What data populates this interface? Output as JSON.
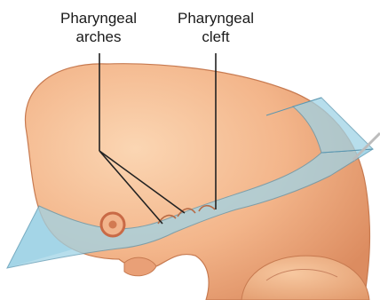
{
  "labels": {
    "arches": {
      "line1": "Pharyngeal",
      "line2": "arches"
    },
    "cleft": {
      "line1": "Pharyngeal",
      "line2": "cleft"
    }
  },
  "colors": {
    "skin_light": "#f8caa1",
    "skin_mid": "#eda57a",
    "skin_dark": "#d57f55",
    "plane": "#9fd3e6",
    "plane_edge": "#4a86a0",
    "leader": "#222222",
    "eye_ring": "#c96a46"
  }
}
